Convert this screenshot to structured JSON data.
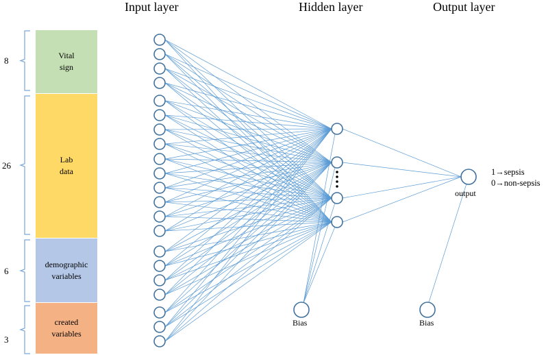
{
  "layers": {
    "input": "Input layer",
    "hidden": "Hidden layer",
    "output": "Output layer"
  },
  "groups": [
    {
      "count": "8",
      "line1": "Vital",
      "line2": "sign",
      "color": "#c5dfb4"
    },
    {
      "count": "26",
      "line1": "Lab",
      "line2": "data",
      "color": "#ffd966"
    },
    {
      "count": "6",
      "line1": "demographic",
      "line2": "variables",
      "color": "#b4c7e7"
    },
    {
      "count": "3",
      "line1": "created",
      "line2": "variables",
      "color": "#f4b183"
    }
  ],
  "nodes": {
    "hidden_bias": "Bias",
    "output_bias": "Bias",
    "output": "output"
  },
  "output_classes": [
    "1→sepsis",
    "0→non-sepsis"
  ],
  "colors": {
    "node_stroke": "#41719c",
    "edge": "#5b9bd5",
    "bracket": "#7aa6d6"
  }
}
